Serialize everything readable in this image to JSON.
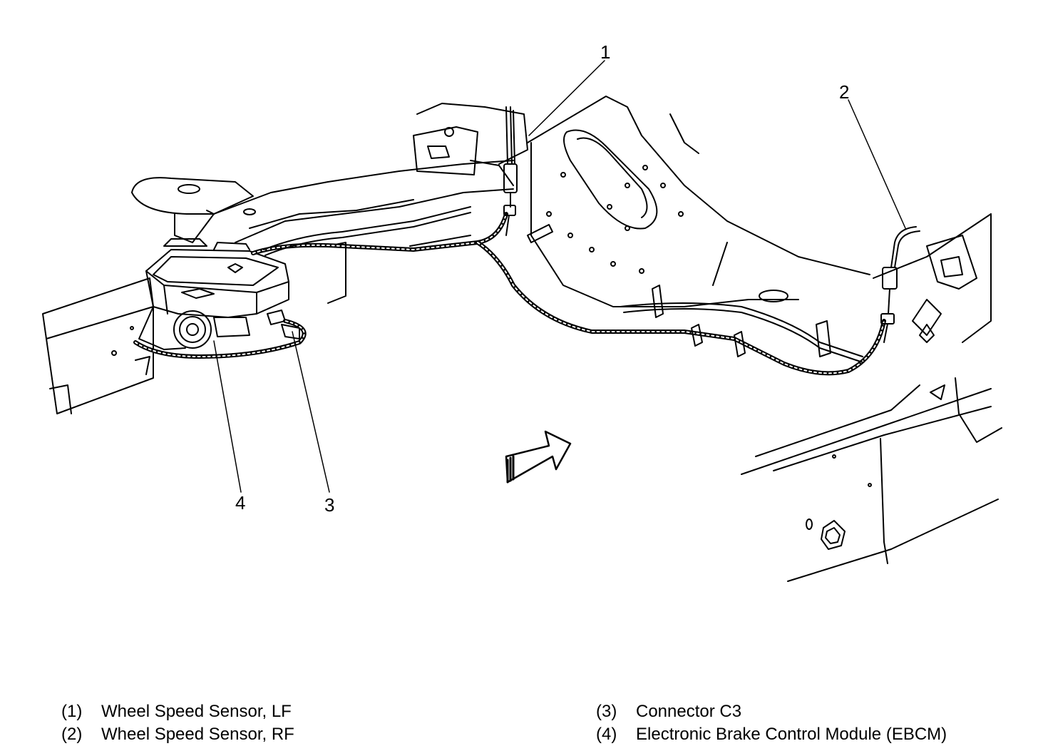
{
  "callouts": [
    {
      "number": "1"
    },
    {
      "number": "2"
    },
    {
      "number": "3"
    },
    {
      "number": "4"
    }
  ],
  "legend": [
    {
      "number": "(1)",
      "label": "Wheel Speed Sensor, LF"
    },
    {
      "number": "(2)",
      "label": "Wheel Speed Sensor, RF"
    },
    {
      "number": "(3)",
      "label": "Connector C3"
    },
    {
      "number": "(4)",
      "label": "Electronic Brake Control Module (EBCM)"
    }
  ],
  "colors": {
    "line": "#000000",
    "background": "#ffffff"
  }
}
